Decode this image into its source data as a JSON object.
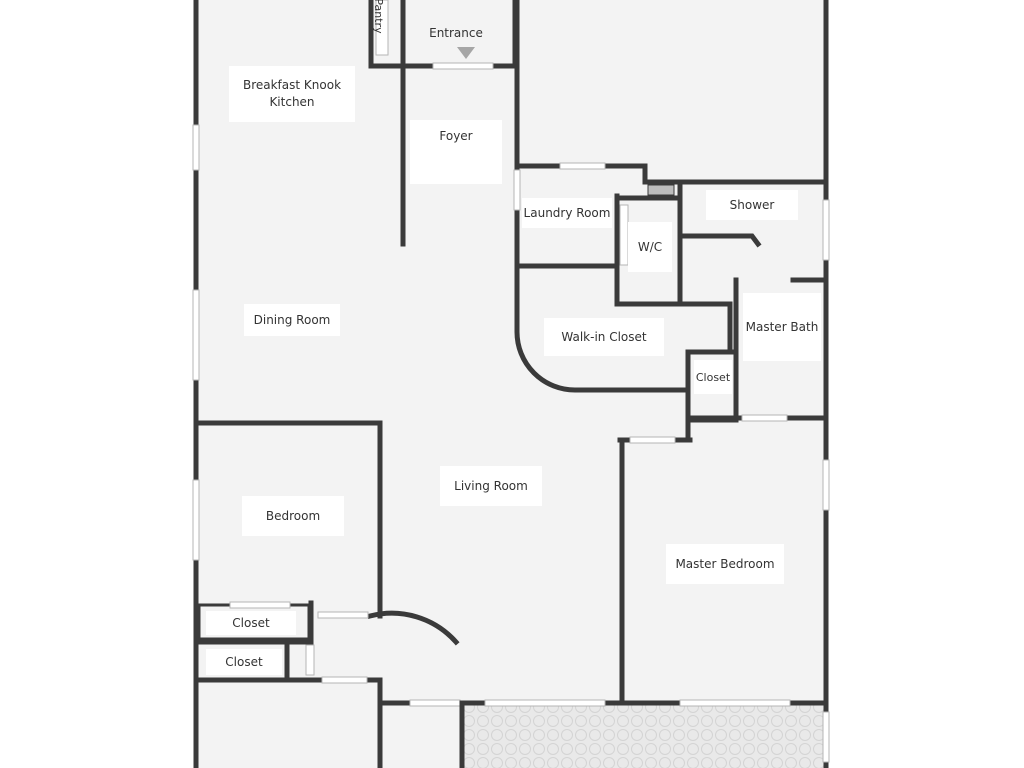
{
  "rooms": {
    "pantry": "Pantry",
    "entrance": "Entrance",
    "breakfast_kitchen": "Breakfast Knook\nKitchen",
    "foyer": "Foyer",
    "laundry_room": "Laundry Room",
    "shower": "Shower",
    "wc": "W/C",
    "dining_room": "Dining Room",
    "walk_in_closet": "Walk-in Closet",
    "master_bath": "Master Bath",
    "closet_master": "Closet",
    "living_room": "Living Room",
    "bedroom": "Bedroom",
    "master_bedroom": "Master Bedroom",
    "closet_1": "Closet",
    "closet_2": "Closet"
  },
  "colors": {
    "floor": "#f3f3f3",
    "wall": "#3a3a3a",
    "patio": "#e6e6e6"
  }
}
